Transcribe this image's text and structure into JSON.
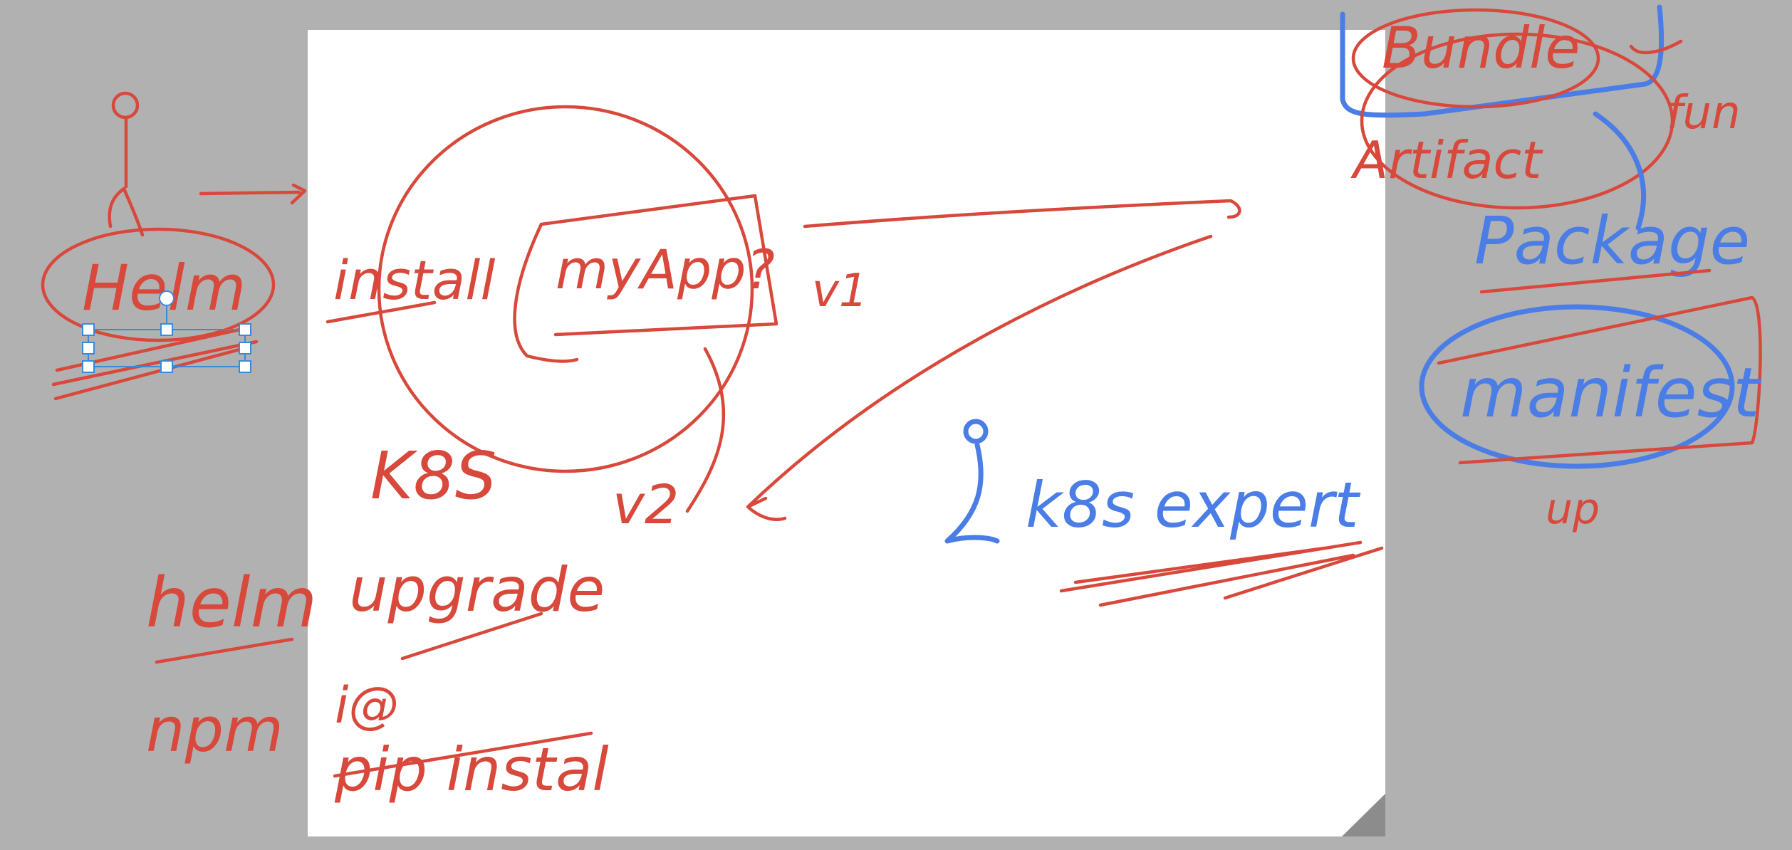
{
  "app": {
    "ink_colors": {
      "red": "#d8483b",
      "blue": "#4a7de6"
    },
    "canvas_background": "#b1b1b1",
    "page_background": "#ffffff"
  },
  "ink": {
    "helm_left": "Helm",
    "install": "install",
    "myapp": "myApp?",
    "v1": "v1",
    "k8s": "K8S",
    "helm_upgrade_helm": "helm",
    "helm_upgrade_upgrade": "upgrade",
    "v2": "v2",
    "npm": "npm",
    "npm_i": "i@",
    "pip_install": "pip instal",
    "k8s_expert": "k8s expert",
    "bundle": "Bundle",
    "artifact": "Artifact",
    "package": "Package",
    "manifest": "manifest",
    "fun": "fun",
    "up": "up"
  },
  "selection": {
    "active": true,
    "color": "#3c8ad6"
  },
  "icons": [
    "stick-figure-icon",
    "page-corner-fold-icon",
    "rotate-handle-icon"
  ]
}
